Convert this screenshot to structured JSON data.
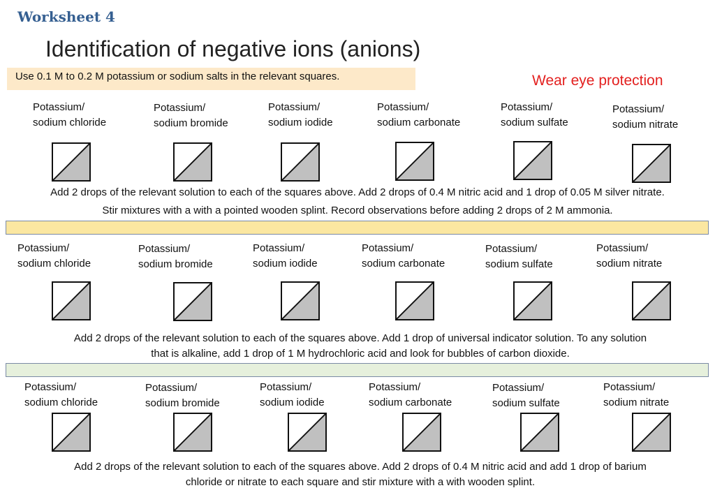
{
  "worksheet_label": "Worksheet 4",
  "title": "Identification of negative ions (anions)",
  "note": "Use 0.1 M to 0.2 M potassium or sodium salts in the relevant squares.",
  "warning": "Wear eye protection",
  "colors": {
    "heading": "#355f91",
    "warning": "#e3201f",
    "note_bg": "#fde9c9",
    "band1": "#fbe7a1",
    "band2": "#e6f0dc",
    "square_fill": "#c0c0c0"
  },
  "salts": [
    {
      "line1": "Potassium/",
      "line2": "sodium chloride"
    },
    {
      "line1": "Potassium/",
      "line2": "sodium bromide"
    },
    {
      "line1": "Potassium/",
      "line2": "sodium iodide"
    },
    {
      "line1": "Potassium/",
      "line2": "sodium carbonate"
    },
    {
      "line1": "Potassium/",
      "line2": "sodium sulfate"
    },
    {
      "line1": "Potassium/",
      "line2": "sodium nitrate"
    }
  ],
  "instructions": {
    "section1": {
      "line1": "Add 2 drops of the relevant solution to each of the squares above. Add 2 drops of 0.4 M nitric acid and 1 drop of 0.05 M silver nitrate.",
      "line2": "Stir mixtures with a with a pointed wooden splint. Record observations before adding  2 drops of 2 M ammonia."
    },
    "section2": {
      "line1": "Add 2 drops of the relevant solution to each of the squares above. Add 1 drop of universal indicator solution. To any solution",
      "line2": "that is alkaline, add 1 drop of 1 M hydrochloric acid and look for bubbles of carbon dioxide."
    },
    "section3": {
      "line1": "Add 2 drops of the relevant solution to each of the squares above. Add 2 drops of 0.4 M nitric acid and add 1 drop of barium",
      "line2": "chloride or nitrate to each square and stir mixture with a with wooden splint."
    }
  }
}
